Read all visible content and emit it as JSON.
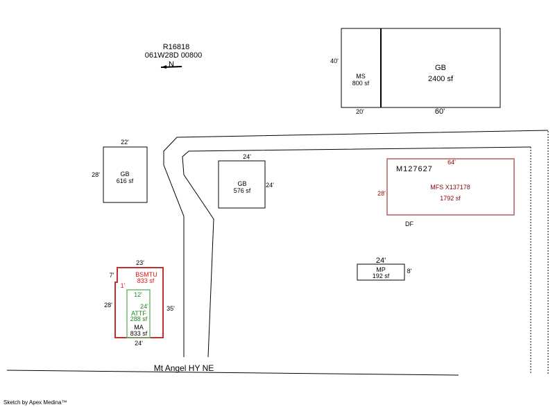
{
  "header": {
    "parcel_id": "R16818",
    "map_tax_lot": "061W28D 00800",
    "north_label": "N"
  },
  "buildings": {
    "ms": {
      "label": "MS",
      "area": "800 sf",
      "side": "40'",
      "width": "20'"
    },
    "gb_large": {
      "label": "GB",
      "area": "2400 sf",
      "width": "60'"
    },
    "gb_left": {
      "label": "GB",
      "area": "616 sf",
      "width": "22'",
      "side": "28'"
    },
    "gb_mid": {
      "label": "GB",
      "area": "576 sf",
      "width": "24'",
      "side": "24'"
    },
    "mfs": {
      "id": "M127627",
      "label": "MFS X137178",
      "area": "1792 sf",
      "width": "64'",
      "side": "28'",
      "below": "DF"
    },
    "mp": {
      "label": "MP",
      "area": "192 sf",
      "width": "24'",
      "side": "8'"
    },
    "house": {
      "bsmtu_label": "BSMTU",
      "bsmtu_area": "833 sf",
      "top": "23'",
      "notch": "7'",
      "notch_offset": "1'",
      "left": "28'",
      "right": "35'",
      "bottom": "24'",
      "attf_label": "ATTF",
      "attf_area": "288 sf",
      "attf_width": "12'",
      "attf_side": "24'",
      "ma_label": "MA",
      "ma_area": "833 sf"
    }
  },
  "road_name": "Mt Angel HY NE",
  "footer": "Sketch by Apex Medina™",
  "colors": {
    "red": "#e01010",
    "dark_red": "#8b0000",
    "green": "#1a8a1a"
  }
}
